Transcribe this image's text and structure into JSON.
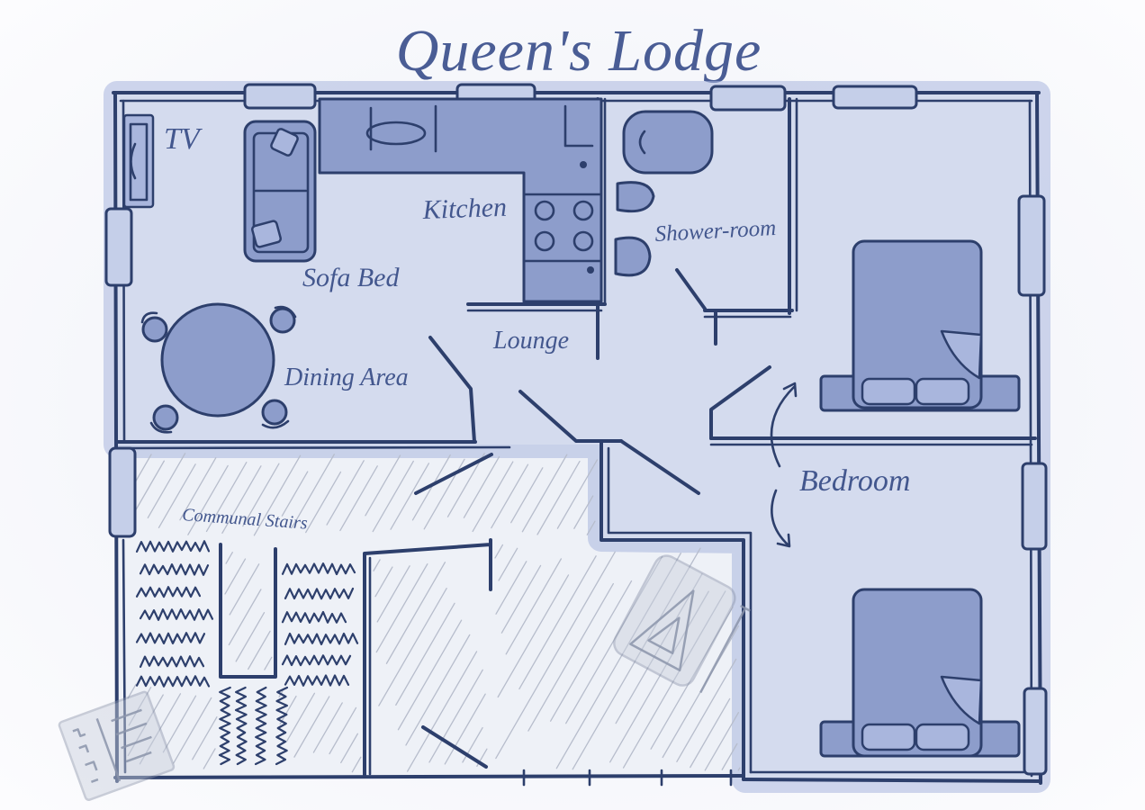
{
  "title": "Queen's Lodge",
  "rooms": {
    "tv": "TV",
    "sofa_bed": "Sofa Bed",
    "kitchen": "Kitchen",
    "shower_room": "Shower-room",
    "lounge": "Lounge",
    "dining_area": "Dining Area",
    "bedroom": "Bedroom",
    "communal_stairs": "Communal Stairs"
  },
  "colors": {
    "ink": "#2d3f6c",
    "wash": "#d4dbee",
    "glow": "#a9b7de",
    "furniture": "#8d9dcb",
    "label": "#43578e",
    "hatch": "#b7bdcc"
  }
}
